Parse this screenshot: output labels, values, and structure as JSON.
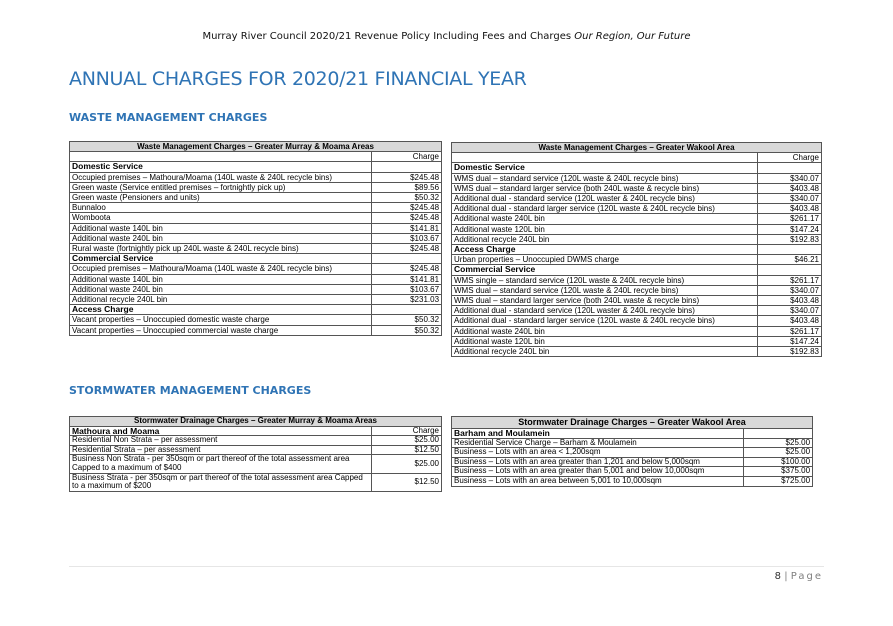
{
  "header": {
    "text": "Murray River Council 2020/21 Revenue Policy Including Fees and Charges",
    "tagline": "Our Region, Our Future"
  },
  "title": "ANNUAL CHARGES FOR 2020/21 FINANCIAL YEAR",
  "waste": {
    "heading": "WASTE MANAGEMENT CHARGES",
    "murray": {
      "title": "Waste Management Charges – Greater Murray & Moama Areas",
      "col_header": "Charge",
      "rows": [
        {
          "kind": "section",
          "label": "Domestic Service"
        },
        {
          "label": "Occupied premises – Mathoura/Moama (140L waste & 240L recycle bins)",
          "amount": "$245.48"
        },
        {
          "label": "Green waste (Service entitled premises – fortnightly pick up)",
          "amount": "$89.56"
        },
        {
          "label": "Green waste (Pensioners and units)",
          "amount": "$50.32"
        },
        {
          "label": "Bunnaloo",
          "amount": "$245.48"
        },
        {
          "label": "Womboota",
          "amount": "$245.48"
        },
        {
          "label": "Additional waste 140L bin",
          "amount": "$141.81"
        },
        {
          "label": "Additional waste 240L bin",
          "amount": "$103.67"
        },
        {
          "label": "Rural waste (fortnightly pick up 240L waste & 240L recycle bins)",
          "amount": "$245.48"
        },
        {
          "kind": "section",
          "label": "Commercial Service"
        },
        {
          "label": "Occupied premises – Mathoura/Moama (140L waste & 240L recycle bins)",
          "amount": "$245.48"
        },
        {
          "label": "Additional waste 140L bin",
          "amount": "$141.81"
        },
        {
          "label": "Additional waste 240L bin",
          "amount": "$103.67"
        },
        {
          "label": "Additional recycle 240L bin",
          "amount": "$231.03"
        },
        {
          "kind": "section",
          "label": "Access Charge"
        },
        {
          "label": "Vacant properties – Unoccupied domestic waste charge",
          "amount": "$50.32"
        },
        {
          "label": "Vacant properties – Unoccupied commercial waste charge",
          "amount": "$50.32"
        }
      ]
    },
    "wakool": {
      "title": "Waste Management Charges – Greater Wakool Area",
      "col_header": "Charge",
      "rows": [
        {
          "kind": "section",
          "label": "Domestic Service"
        },
        {
          "label": "WMS dual – standard service (120L waste & 240L recycle bins)",
          "amount": "$340.07"
        },
        {
          "label": "WMS dual – standard larger service (both 240L waste & recycle bins)",
          "amount": "$403.48"
        },
        {
          "label": "Additional dual - standard service (120L waster & 240L recycle bins)",
          "amount": "$340.07"
        },
        {
          "label": "Additional dual - standard larger service (120L waste & 240L recycle bins)",
          "amount": "$403.48"
        },
        {
          "label": "Additional waste 240L bin",
          "amount": "$261.17"
        },
        {
          "label": "Additional waste 120L bin",
          "amount": "$147.24"
        },
        {
          "label": "Additional recycle 240L bin",
          "amount": "$192.83"
        },
        {
          "kind": "section",
          "label": "Access Charge"
        },
        {
          "label": "Urban properties – Unoccupied DWMS charge",
          "amount": "$46.21"
        },
        {
          "kind": "section",
          "label": "Commercial Service"
        },
        {
          "label": "WMS single – standard service (120L waste & 240L recycle bins)",
          "amount": "$261.17"
        },
        {
          "label": "WMS dual – standard service (120L waste & 240L recycle bins)",
          "amount": "$340.07"
        },
        {
          "label": "WMS dual – standard larger service (both 240L waste & recycle bins)",
          "amount": "$403.48"
        },
        {
          "label": "Additional dual - standard service (120L waster & 240L recycle bins)",
          "amount": "$340.07"
        },
        {
          "label": "Additional dual - standard larger service (120L waste & 240L recycle bins)",
          "amount": "$403.48"
        },
        {
          "label": "Additional waste 240L bin",
          "amount": "$261.17"
        },
        {
          "label": "Additional waste 120L bin",
          "amount": "$147.24"
        },
        {
          "label": "Additional recycle 240L bin",
          "amount": "$192.83"
        }
      ]
    }
  },
  "stormwater": {
    "heading": "STORMWATER MANAGEMENT CHARGES",
    "murray": {
      "title": "Stormwater Drainage Charges – Greater Murray & Moama Areas",
      "section": "Mathoura and Moama",
      "col_header": "Charge",
      "rows": [
        {
          "label": "Residential Non Strata – per assessment",
          "amount": "$25.00"
        },
        {
          "label": "Residential Strata – per assessment",
          "amount": "$12.50"
        },
        {
          "label": "Business Non Strata - per 350sqm or part thereof of the total assessment area Capped to a maximum of $400",
          "amount": "$25.00"
        },
        {
          "label": "Business Strata - per 350sqm or part thereof of the total assessment area Capped to a maximum of $200",
          "amount": "$12.50"
        }
      ]
    },
    "wakool": {
      "title": "Stormwater Drainage Charges – Greater Wakool Area",
      "section": "Barham and Moulamein",
      "rows": [
        {
          "label": "Residential Service Charge – Barham & Moulamein",
          "amount": "$25.00"
        },
        {
          "label": "Business – Lots with an area < 1,200sqm",
          "amount": "$25.00"
        },
        {
          "label": "Business – Lots with an area greater than 1,201 and below 5,000sqm",
          "amount": "$100.00"
        },
        {
          "label": "Business – Lots with an area greater than 5,001 and below 10,000sqm",
          "amount": "$375.00"
        },
        {
          "label": "Business – Lots with an area between 5,001 to 10,000sqm",
          "amount": "$725.00"
        }
      ]
    }
  },
  "footer": {
    "page_number": "8",
    "separator": "|",
    "page_label": "Page"
  }
}
